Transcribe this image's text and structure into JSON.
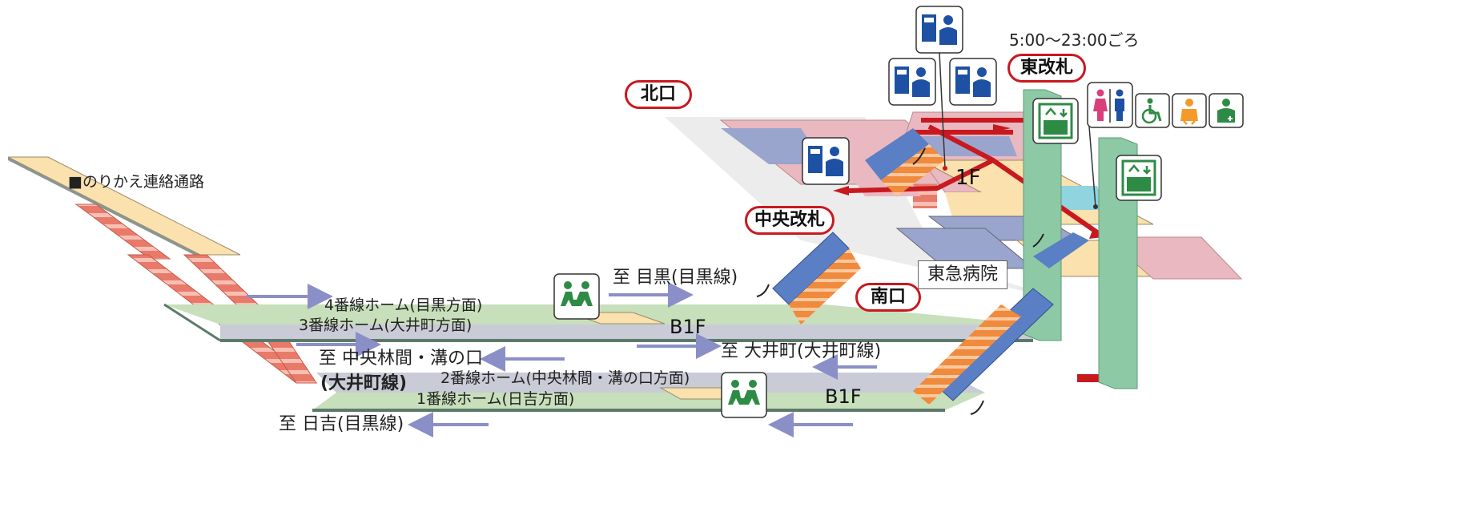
{
  "title": "■のりかえ連絡通路",
  "exits": {
    "north": "北口",
    "central_gate": "中央改札",
    "east_gate": "東改札",
    "south": "南口"
  },
  "hours": "5:00〜23:00ごろ",
  "floors": {
    "f1": "1F",
    "b1_upper": "B1F",
    "b1_lower": "B1F"
  },
  "building": "東急病院",
  "platforms": {
    "p4": "4番線ホーム(目黒方面)",
    "p3": "3番線ホーム(大井町方面)",
    "p2": "2番線ホーム(中央林間・溝の口方面)",
    "p1": "1番線ホーム(日吉方面)"
  },
  "destinations": {
    "meguro": "至 目黒(目黒線)",
    "oimachi": "至 大井町(大井町線)",
    "chuorinkan_line1": "至 中央林間・溝の口",
    "chuorinkan_line2": "(大井町線)",
    "hiyoshi": "至 日吉(目黒線)"
  },
  "icons": [
    "ticket-machine-icon",
    "elevator-icon",
    "restroom-icon",
    "accessible-restroom-icon",
    "baby-care-icon",
    "multipurpose-restroom-icon",
    "waiting-room-icon"
  ],
  "colors": {
    "exit_border": "#c8191f",
    "route": "#c8191f",
    "pink_concourse": "#eab8c0",
    "blue_concourse": "#9aa5cd",
    "platform_green": "#c7dfba",
    "platform_grey": "#c9ccd6",
    "yellow": "#fae1ad",
    "pillar": "#8ec9a6",
    "icon_blue": "#1e51a3",
    "icon_green": "#2e8b45"
  }
}
